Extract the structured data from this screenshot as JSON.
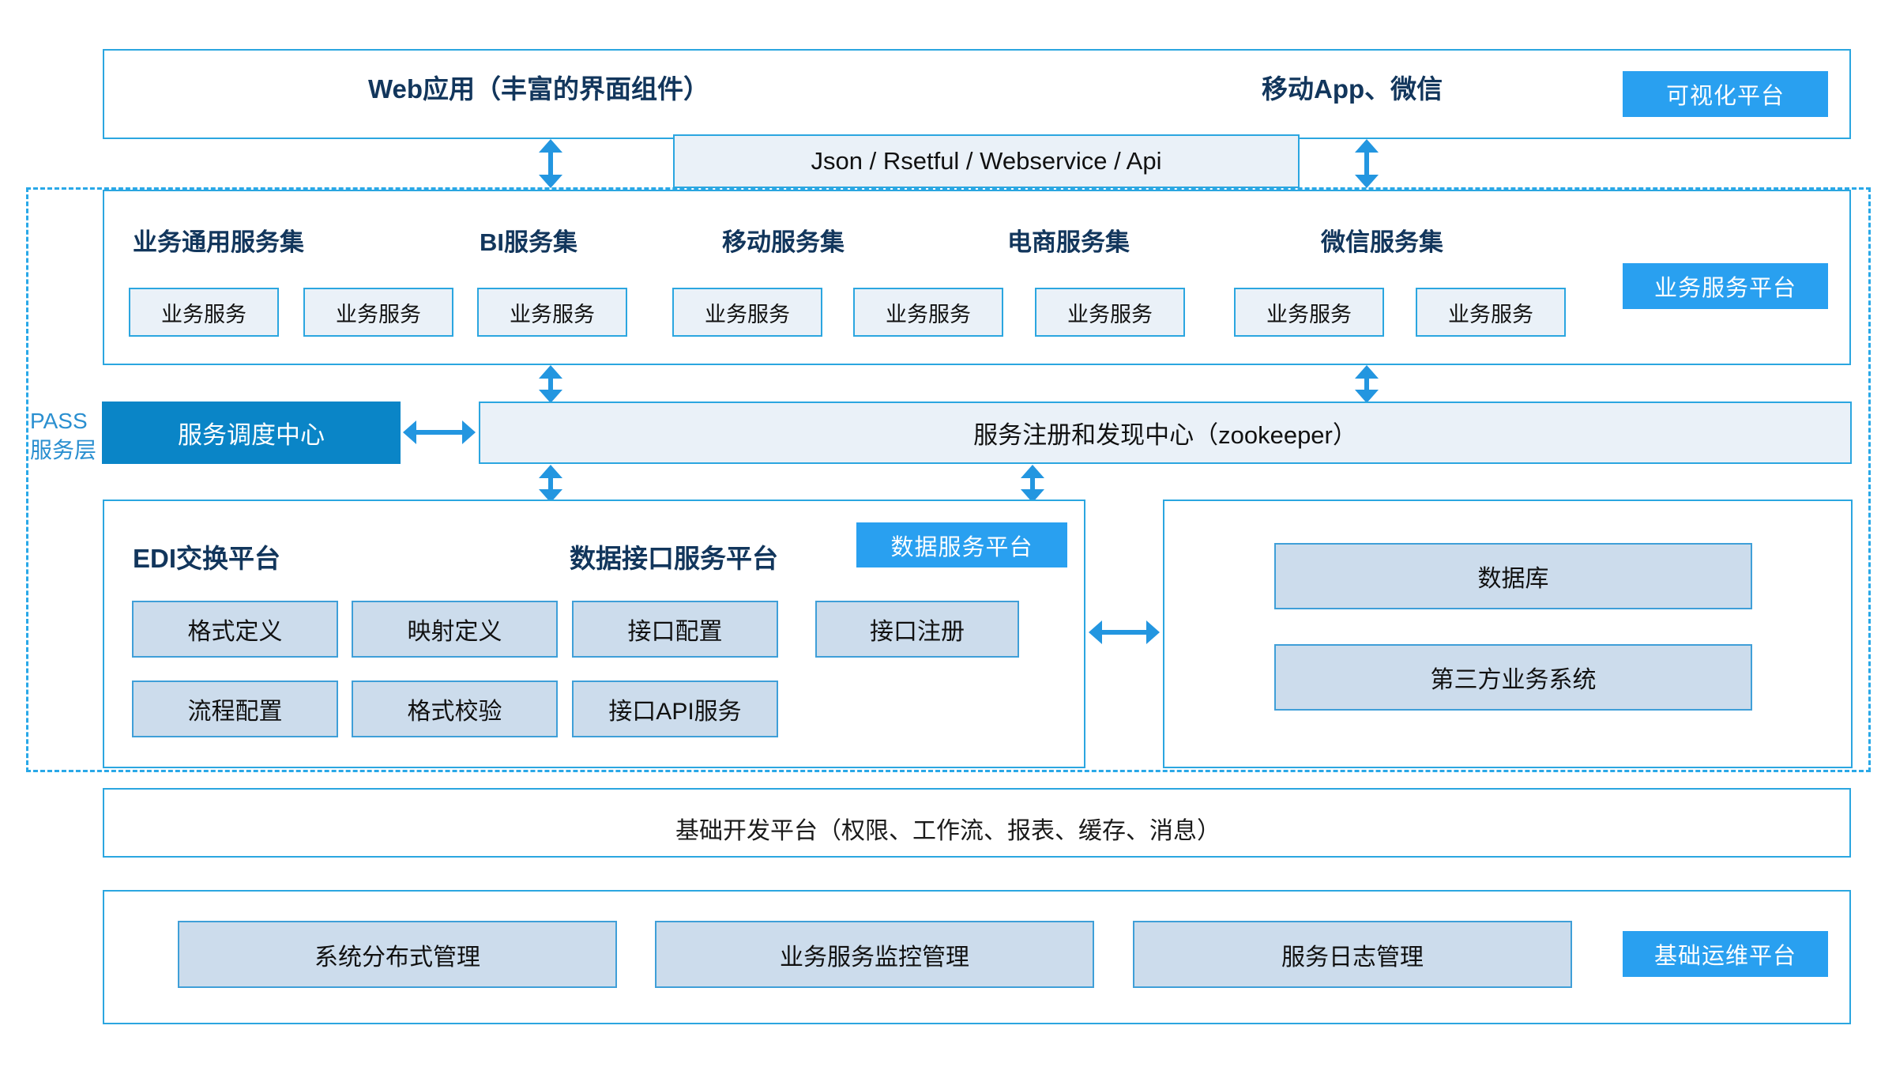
{
  "presentation": {
    "accent_blue": "#29a0f0",
    "border_blue": "#2ba6e0",
    "dark_blue": "#0a85c7",
    "header_navy": "#12365c",
    "cell_fill": "#eaf1f8",
    "cell_fill_lavender": "#ccdcec"
  },
  "layer_visual": {
    "badge": "可视化平台",
    "web_label": "Web应用（丰富的界面组件）",
    "mobile_label": "移动App、微信"
  },
  "api_bus": {
    "label": "Json / Rsetful / Webservice / Api"
  },
  "pass_layer": {
    "label_line1": "PASS",
    "label_line2": "服务层"
  },
  "layer_service": {
    "badge": "业务服务平台",
    "groups": [
      {
        "title": "业务通用服务集",
        "services": [
          "业务服务",
          "业务服务"
        ]
      },
      {
        "title": "BI服务集",
        "services": [
          "业务服务"
        ]
      },
      {
        "title": "移动服务集",
        "services": [
          "业务服务",
          "业务服务"
        ]
      },
      {
        "title": "电商服务集",
        "services": [
          "业务服务"
        ]
      },
      {
        "title": "微信服务集",
        "services": [
          "业务服务",
          "业务服务"
        ]
      }
    ],
    "service_boxes": [
      "业务服务",
      "业务服务",
      "业务服务",
      "业务服务",
      "业务服务",
      "业务服务",
      "业务服务",
      "业务服务"
    ]
  },
  "layer_registry": {
    "dispatch_center": "服务调度中心",
    "registry_center": "服务注册和发现中心（zookeeper）"
  },
  "layer_data": {
    "badge": "数据服务平台",
    "edi": {
      "title": "EDI交换平台",
      "items": [
        "格式定义",
        "映射定义",
        "流程配置",
        "格式校验"
      ]
    },
    "api_platform": {
      "title": "数据接口服务平台",
      "items": [
        "接口配置",
        "接口注册",
        "接口API服务"
      ]
    },
    "external": {
      "items": [
        "数据库",
        "第三方业务系统"
      ]
    }
  },
  "layer_foundation": {
    "label": "基础开发平台（权限、工作流、报表、缓存、消息）"
  },
  "layer_ops": {
    "badge": "基础运维平台",
    "items": [
      "系统分布式管理",
      "业务服务监控管理",
      "服务日志管理"
    ]
  }
}
